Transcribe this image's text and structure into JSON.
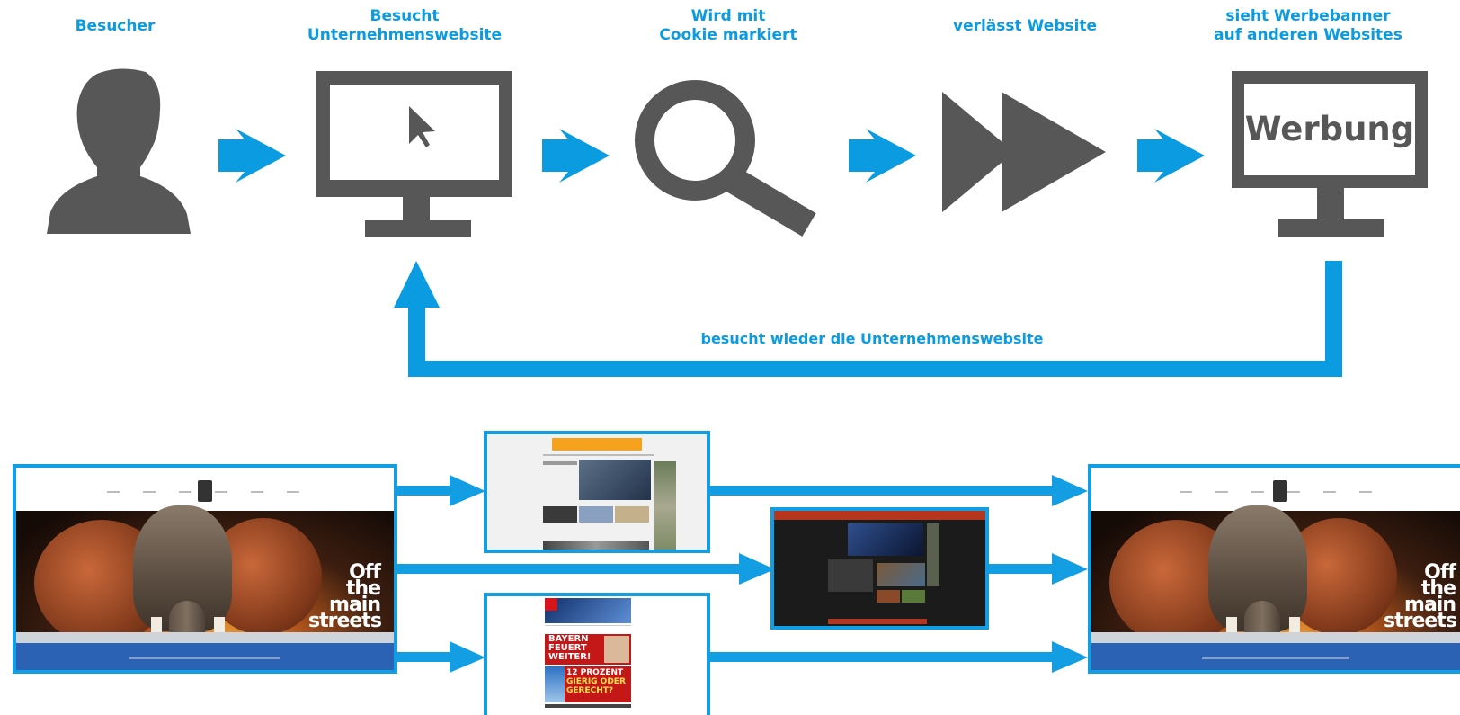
{
  "flow_steps": [
    {
      "label_lines": [
        "Besucher"
      ],
      "icon": "person-icon"
    },
    {
      "label_lines": [
        "Besucht",
        "Unternehmenswebsite"
      ],
      "icon": "monitor-cursor-icon"
    },
    {
      "label_lines": [
        "Wird mit",
        "Cookie markiert"
      ],
      "icon": "magnifier-icon"
    },
    {
      "label_lines": [
        "verlässt Website"
      ],
      "icon": "fast-forward-icon"
    },
    {
      "label_lines": [
        "sieht Werbebanner",
        "auf anderen Websites"
      ],
      "icon": "monitor-ad-icon"
    }
  ],
  "ad_monitor_text": "Werbung",
  "return_label": "besucht wieder die Unternehmenswebsite",
  "website_brand": {
    "line1": "Off",
    "line2": "the",
    "line3": "main",
    "line4": "streets"
  },
  "banner_headlines": {
    "line1": "BAYERN",
    "line2": "FEUERT",
    "line3": "WEITER!",
    "line4": "12 PROZENT",
    "line5": "GIERIG ODER",
    "line6": "GERECHT?"
  },
  "colors": {
    "accent": "#0a9be0",
    "icon": "#575757"
  }
}
